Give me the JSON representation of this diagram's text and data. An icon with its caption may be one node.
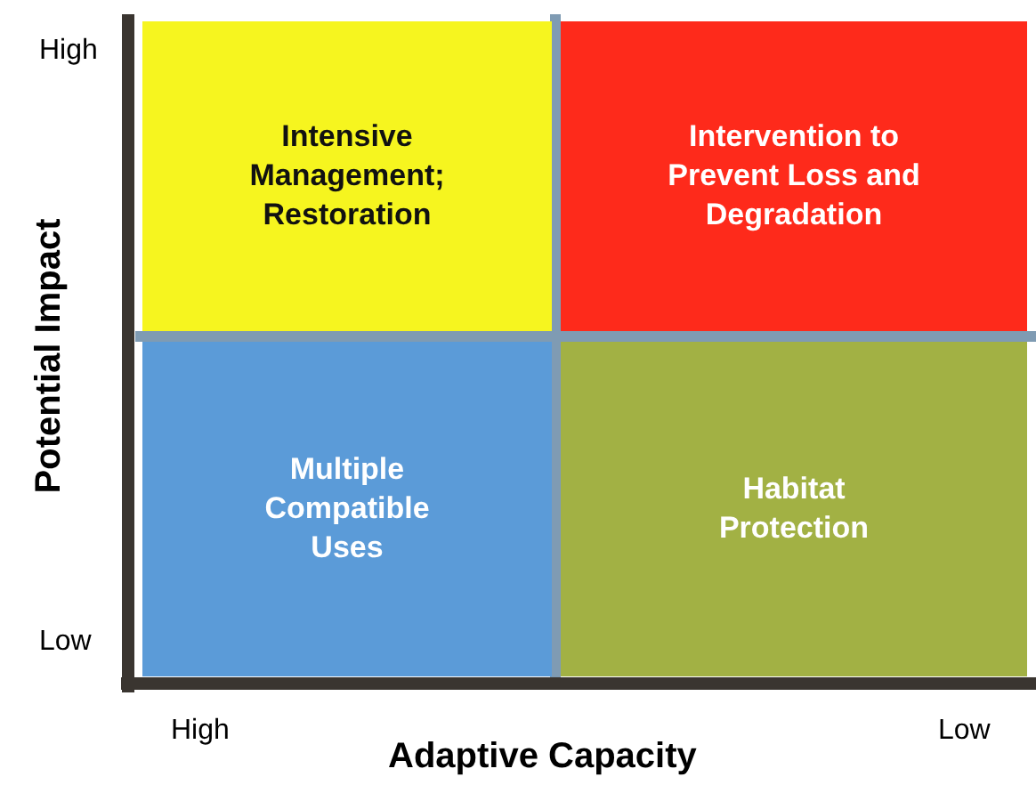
{
  "diagram": {
    "nodes": [
      {
        "text": [
          "Intensive Management; Restoration"
        ]
      },
      {
        "text": [
          "Intervention to Prevent Loss and Degradation"
        ]
      },
      {
        "text": [
          "Multiple Compatible Uses"
        ]
      },
      {
        "text": [
          "Habitat Protection"
        ]
      }
    ],
    "labels": [
      "High",
      "Potential Impact",
      "Low",
      "High",
      "Adaptive Capacity",
      "Low"
    ]
  }
}
